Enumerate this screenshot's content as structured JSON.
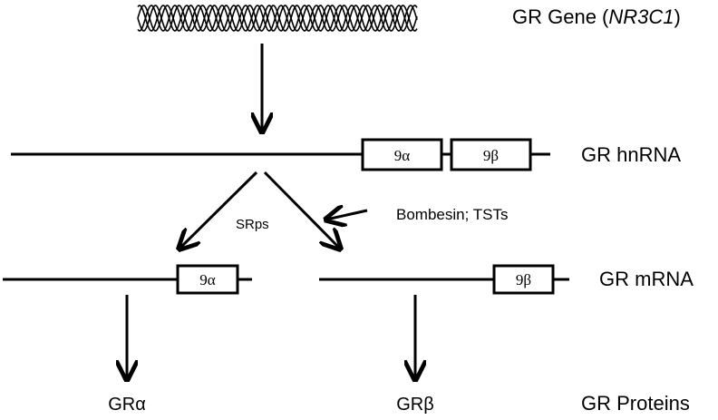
{
  "labels": {
    "gene_prefix": "GR Gene (",
    "gene_symbol": "NR3C1",
    "gene_suffix": ")",
    "hnrna": "GR hnRNA",
    "mrna": "GR mRNA",
    "proteins": "GR Proteins",
    "srps": "SRps",
    "regulators": "Bombesin; TSTs"
  },
  "exons": {
    "alpha": "9α",
    "beta": "9β"
  },
  "proteins": {
    "alpha": "GRα",
    "beta": "GRβ"
  },
  "colors": {
    "line": "#000000",
    "background": "#ffffff"
  },
  "icons": {
    "gene": "dna-double-helix-icon"
  }
}
